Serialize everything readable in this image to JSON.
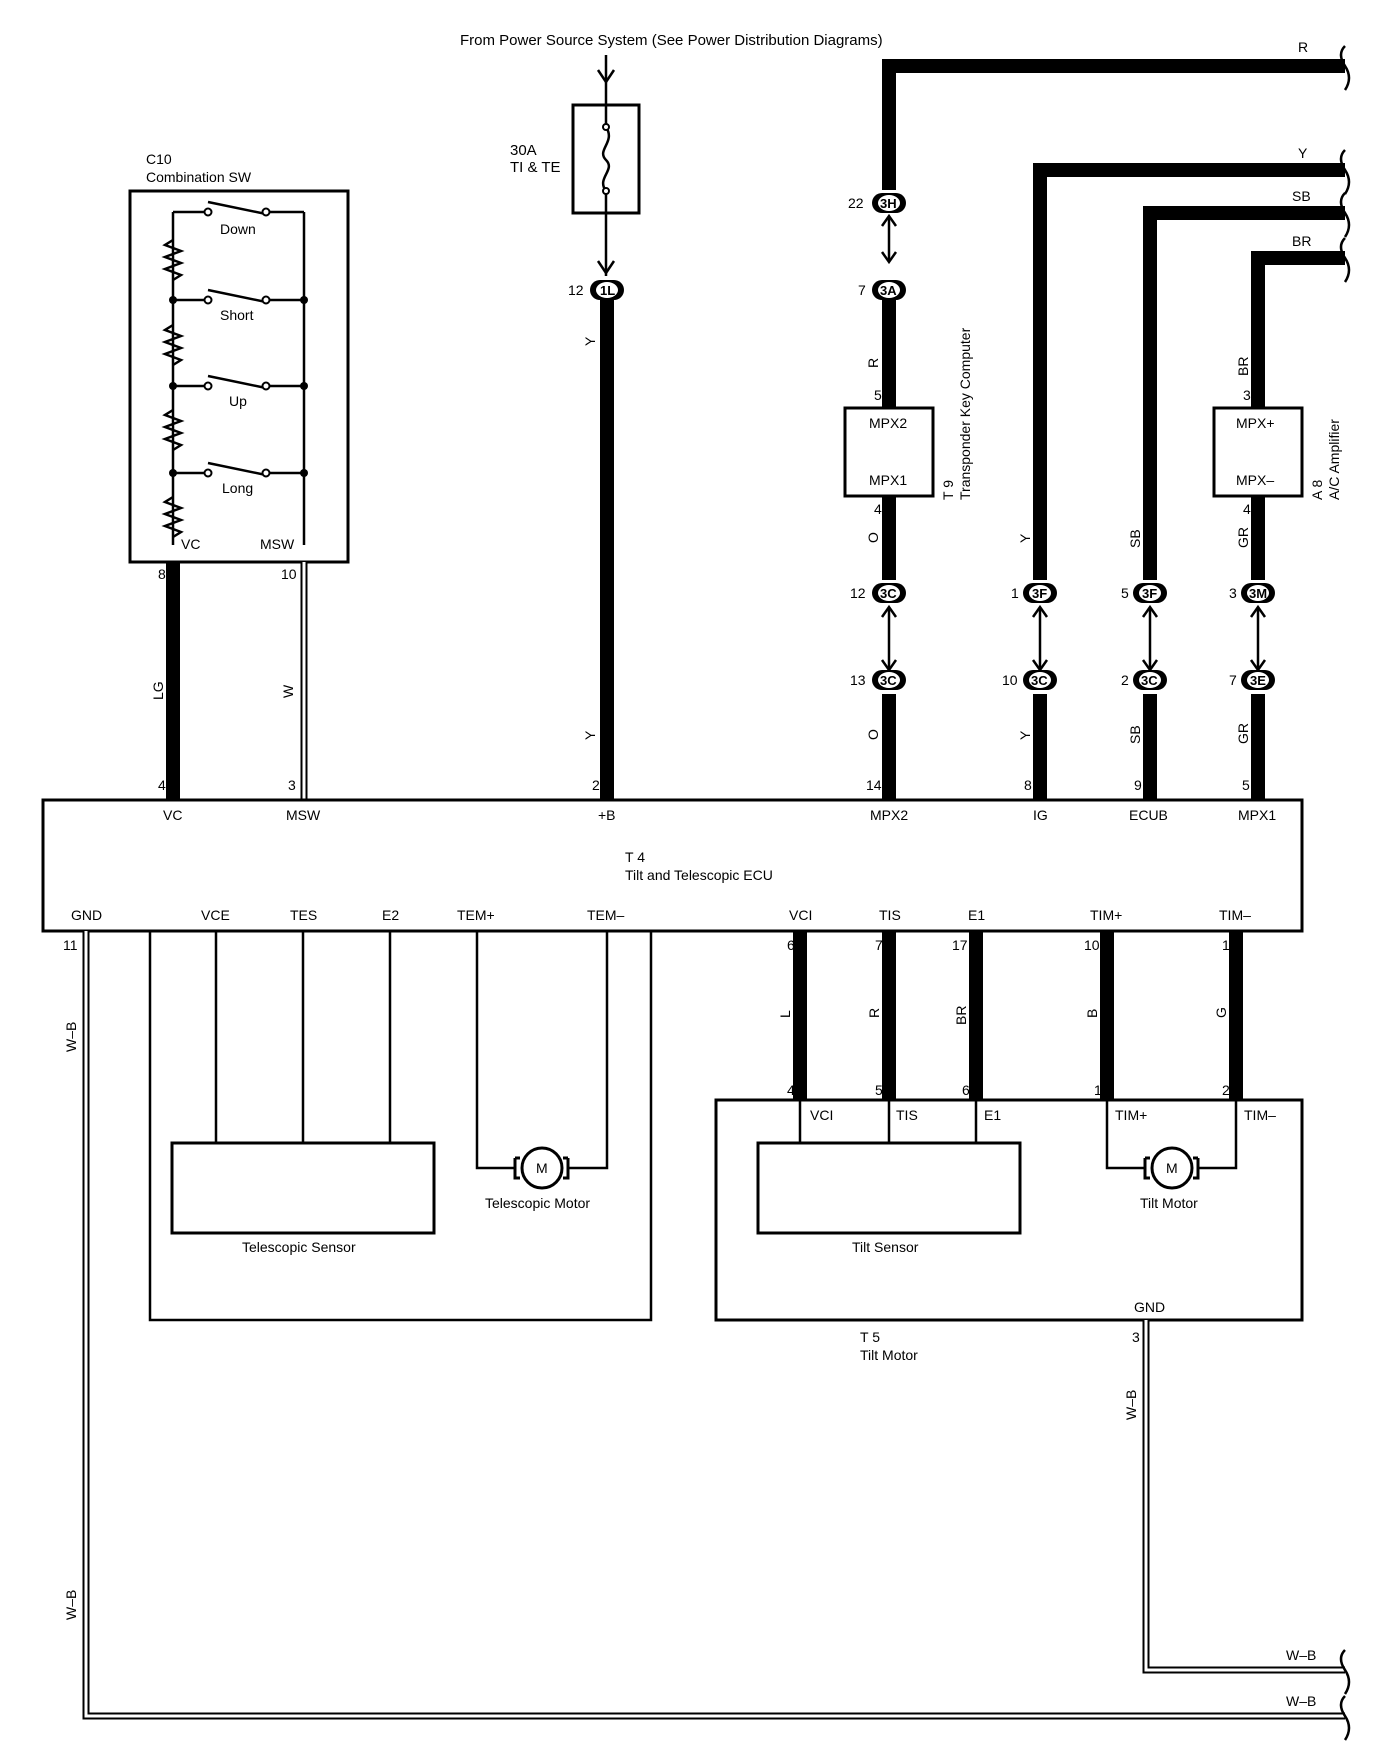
{
  "power_source": "From Power Source System (See Power Distribution Diagrams)",
  "fuse": {
    "rating": "30A",
    "name": "TI & TE"
  },
  "components": {
    "combination_sw": {
      "id": "C10",
      "name": "Combination SW",
      "switches": [
        "Down",
        "Short",
        "Up",
        "Long"
      ],
      "terminals": {
        "vc": "VC",
        "msw": "MSW"
      },
      "pins": {
        "vc": "8",
        "msw": "10"
      }
    },
    "transponder": {
      "id": "T 9",
      "name": "Transponder Key Computer",
      "terminals": {
        "top": "MPX2",
        "bottom": "MPX1"
      },
      "pins": {
        "top": "5",
        "bottom": "4"
      }
    },
    "ac_amp": {
      "id": "A 8",
      "name": "A/C Amplifier",
      "terminals": {
        "top": "MPX+",
        "bottom": "MPX–"
      },
      "pins": {
        "top": "3",
        "bottom": "4"
      }
    },
    "ecu": {
      "id": "T 4",
      "name": "Tilt and Telescopic ECU",
      "top_terminals": [
        "VC",
        "MSW",
        "+B",
        "MPX2",
        "IG",
        "ECUB",
        "MPX1"
      ],
      "top_pins": [
        "4",
        "3",
        "2",
        "14",
        "8",
        "9",
        "5"
      ],
      "bottom_terminals": [
        "GND",
        "VCE",
        "TES",
        "E2",
        "TEM+",
        "TEM–",
        "VCI",
        "TIS",
        "E1",
        "TIM+",
        "TIM–"
      ],
      "bottom_pins": {
        "gnd": "11",
        "vci": "6",
        "tis": "7",
        "e1": "17",
        "timp": "10",
        "timm": "1"
      }
    },
    "tilt_motor_assy": {
      "id": "T 5",
      "name": "Tilt Motor",
      "terminals": [
        "VCI",
        "TIS",
        "E1",
        "TIM+",
        "TIM–",
        "GND"
      ],
      "pins": {
        "vci": "4",
        "tis": "5",
        "e1": "6",
        "timp": "1",
        "timm": "2",
        "gnd": "3"
      },
      "sensor": "Tilt Sensor",
      "motor": "Tilt Motor"
    },
    "telescopic_sensor": "Telescopic Sensor",
    "telescopic_motor": "Telescopic Motor",
    "motor_symbol": "M"
  },
  "connectors": {
    "c1L": {
      "label": "1L",
      "pin": "12"
    },
    "c3H": {
      "label": "3H",
      "pin": "22"
    },
    "c3A": {
      "label": "3A",
      "pin": "7"
    },
    "c3C_a": {
      "label": "3C",
      "pin": "12"
    },
    "c3C_b": {
      "label": "3C",
      "pin": "13"
    },
    "c3F_a": {
      "label": "3F",
      "pin": "1"
    },
    "c3C_c": {
      "label": "3C",
      "pin": "10"
    },
    "c3F_b": {
      "label": "3F",
      "pin": "5"
    },
    "c3C_d": {
      "label": "3C",
      "pin": "2"
    },
    "c3M": {
      "label": "3M",
      "pin": "3"
    },
    "c3E": {
      "label": "3E",
      "pin": "7"
    }
  },
  "wire_colors": {
    "lg": "LG",
    "w": "W",
    "y": "Y",
    "r": "R",
    "o": "O",
    "sb": "SB",
    "br": "BR",
    "gr": "GR",
    "l": "L",
    "b": "B",
    "g": "G",
    "wb": "W–B"
  }
}
